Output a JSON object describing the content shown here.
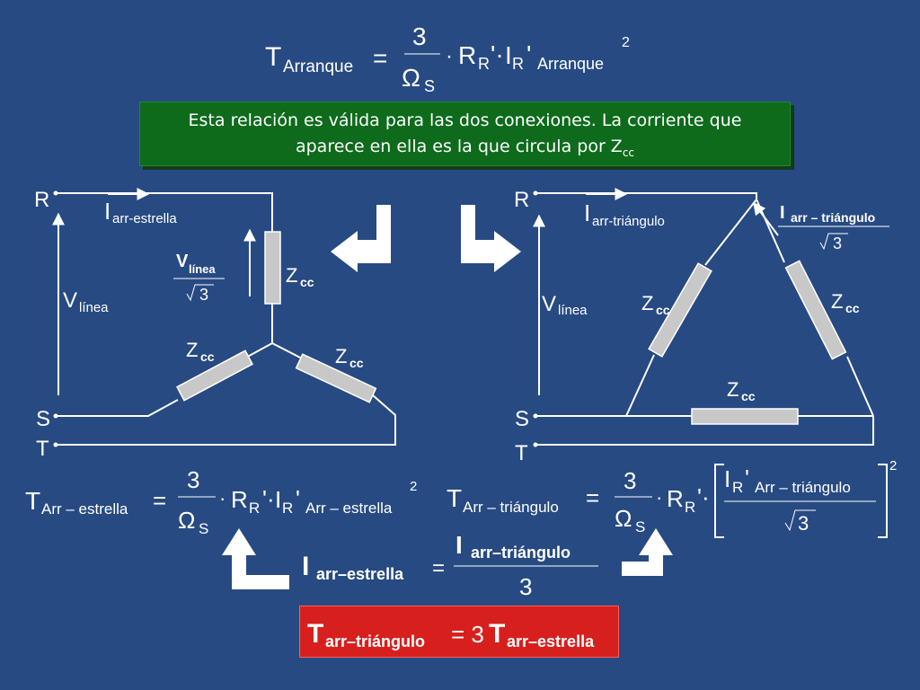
{
  "top_formula": {
    "T": "T",
    "T_sub": "Arranque",
    "eq": "=",
    "num": "3",
    "den": "Ω",
    "den_sub": "S",
    "dot": "·",
    "R": "R",
    "R_sub": "R",
    "prime1": "'·",
    "I": "I",
    "I_sub": "R",
    "prime2": "'",
    "I_sub2": "Arranque",
    "exp": "2"
  },
  "note": {
    "line1": "Esta relación es válida para las dos conexiones. La corriente que",
    "line2": "aparece en ella es la que circula por Z",
    "line2_sub": "cc"
  },
  "star": {
    "R": "R",
    "S": "S",
    "T": "T",
    "I": "I",
    "I_sub": "arr-estrella",
    "V": "V",
    "V_sub": "línea",
    "V_frac_num": "V",
    "V_frac_num_sub": "línea",
    "V_frac_den": "3",
    "Z": "Z",
    "Z_sub": "cc"
  },
  "delta": {
    "R": "R",
    "S": "S",
    "T": "T",
    "I": "I",
    "I_sub": "arr-triángulo",
    "V": "V",
    "V_sub": "línea",
    "I_frac_num": "I",
    "I_frac_num_sub": "arr – triángulo",
    "I_frac_den": "3",
    "Z": "Z",
    "Z_sub": "cc"
  },
  "star_formula": {
    "T": "T",
    "T_sub": "Arr – estrella",
    "eq": "=",
    "num": "3",
    "den": "Ω",
    "den_sub": "S",
    "dot": "·",
    "R": "R",
    "R_sub": "R",
    "prime1": "'·",
    "I": "I",
    "I_sub": "R",
    "prime2": "'",
    "I_sub2": "Arr – estrella",
    "exp": "2"
  },
  "delta_formula": {
    "T": "T",
    "T_sub": "Arr – triángulo",
    "eq": "=",
    "num": "3",
    "den": "Ω",
    "den_sub": "S",
    "dot": "·",
    "R": "R",
    "R_sub": "R",
    "prime1": "'·",
    "I": "I",
    "I_sub": "R",
    "prime2": "'",
    "I_sub2": "Arr – triángulo",
    "den2": "3",
    "exp": "2"
  },
  "relation_formula": {
    "I": "I",
    "I_sub": "arr–estrella",
    "eq": "=",
    "num_I": "I",
    "num_sub": "arr–triángulo",
    "den": "3"
  },
  "result_formula": {
    "T1": "T",
    "T1_sub": "arr–triángulo",
    "eq": "= 3",
    "T2": "T",
    "T2_sub": "arr–estrella"
  },
  "colors": {
    "background": "#274a82",
    "note_bg": "#0e6b1c",
    "result_bg": "#d7201e",
    "resistor": "#c8c8c8"
  },
  "icons": [
    "arrow-down-left-icon",
    "arrow-down-right-icon",
    "arrow-up-left-icon",
    "arrow-up-right-icon"
  ]
}
